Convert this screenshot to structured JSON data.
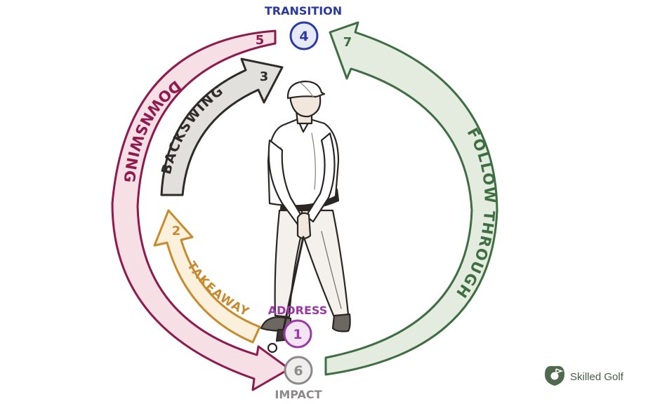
{
  "colors": {
    "takeaway": "#c98a2b",
    "takeaway_fill": "#fbf0dc",
    "backswing": "#2f2b28",
    "backswing_fill": "#e2e0dd",
    "downswing": "#8e1a4e",
    "downswing_fill": "#f7dfe6",
    "follow": "#3f6e43",
    "follow_fill": "#e3ecdf",
    "transition": "#2a3aa0",
    "address": "#9a3aa5",
    "impact": "#8c8a88"
  },
  "phases": {
    "takeaway": {
      "label": "TAKEAWAY",
      "number": "2"
    },
    "backswing": {
      "label": "BACKSWING",
      "number": "3"
    },
    "downswing": {
      "label": "DOWNSWING",
      "number": "5"
    },
    "follow_through": {
      "label": "FOLLOW THROUGH",
      "number": "7"
    }
  },
  "stages": {
    "transition": {
      "label": "TRANSITION",
      "number": "4"
    },
    "address": {
      "label": "ADDRESS",
      "number": "1"
    },
    "impact": {
      "label": "IMPACT",
      "number": "6"
    }
  },
  "brand": {
    "name": "Skilled Golf",
    "icon": "golf-flag-logo-icon"
  }
}
